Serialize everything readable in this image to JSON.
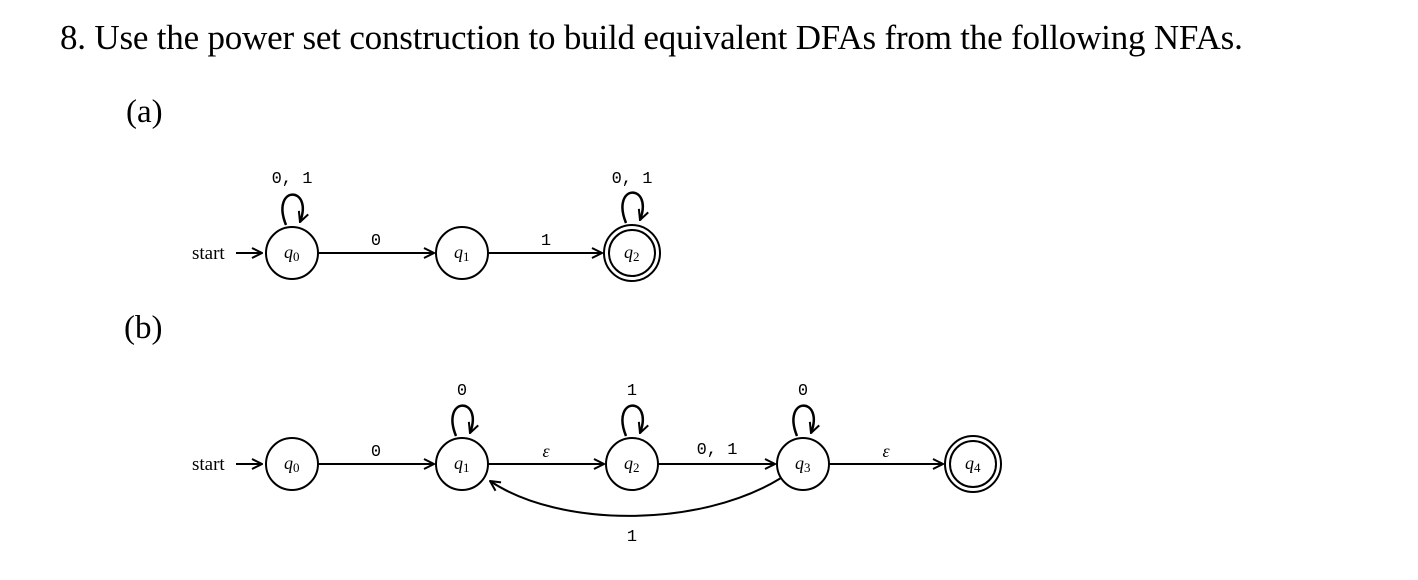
{
  "problem": {
    "heading": "8.  Use the power set construction to build equivalent DFAs from the following NFAs."
  },
  "parts": [
    {
      "label": "(a)",
      "start_label": "start",
      "states": [
        {
          "id": "q0",
          "name": "q",
          "sub": "0",
          "accepting": false
        },
        {
          "id": "q1",
          "name": "q",
          "sub": "1",
          "accepting": false
        },
        {
          "id": "q2",
          "name": "q",
          "sub": "2",
          "accepting": true
        }
      ],
      "transitions": [
        {
          "from": "q0",
          "to": "q0",
          "label": "0, 1"
        },
        {
          "from": "q0",
          "to": "q1",
          "label": "0"
        },
        {
          "from": "q1",
          "to": "q2",
          "label": "1"
        },
        {
          "from": "q2",
          "to": "q2",
          "label": "0, 1"
        }
      ]
    },
    {
      "label": "(b)",
      "start_label": "start",
      "states": [
        {
          "id": "q0",
          "name": "q",
          "sub": "0",
          "accepting": false
        },
        {
          "id": "q1",
          "name": "q",
          "sub": "1",
          "accepting": false
        },
        {
          "id": "q2",
          "name": "q",
          "sub": "2",
          "accepting": false
        },
        {
          "id": "q3",
          "name": "q",
          "sub": "3",
          "accepting": false
        },
        {
          "id": "q4",
          "name": "q",
          "sub": "4",
          "accepting": true
        }
      ],
      "transitions": [
        {
          "from": "q0",
          "to": "q1",
          "label": "0"
        },
        {
          "from": "q1",
          "to": "q1",
          "label": "0"
        },
        {
          "from": "q1",
          "to": "q2",
          "label": "ε"
        },
        {
          "from": "q2",
          "to": "q2",
          "label": "1"
        },
        {
          "from": "q2",
          "to": "q3",
          "label": "0, 1"
        },
        {
          "from": "q3",
          "to": "q3",
          "label": "0"
        },
        {
          "from": "q3",
          "to": "q4",
          "label": "ε"
        },
        {
          "from": "q3",
          "to": "q1",
          "label": "1"
        }
      ]
    }
  ]
}
